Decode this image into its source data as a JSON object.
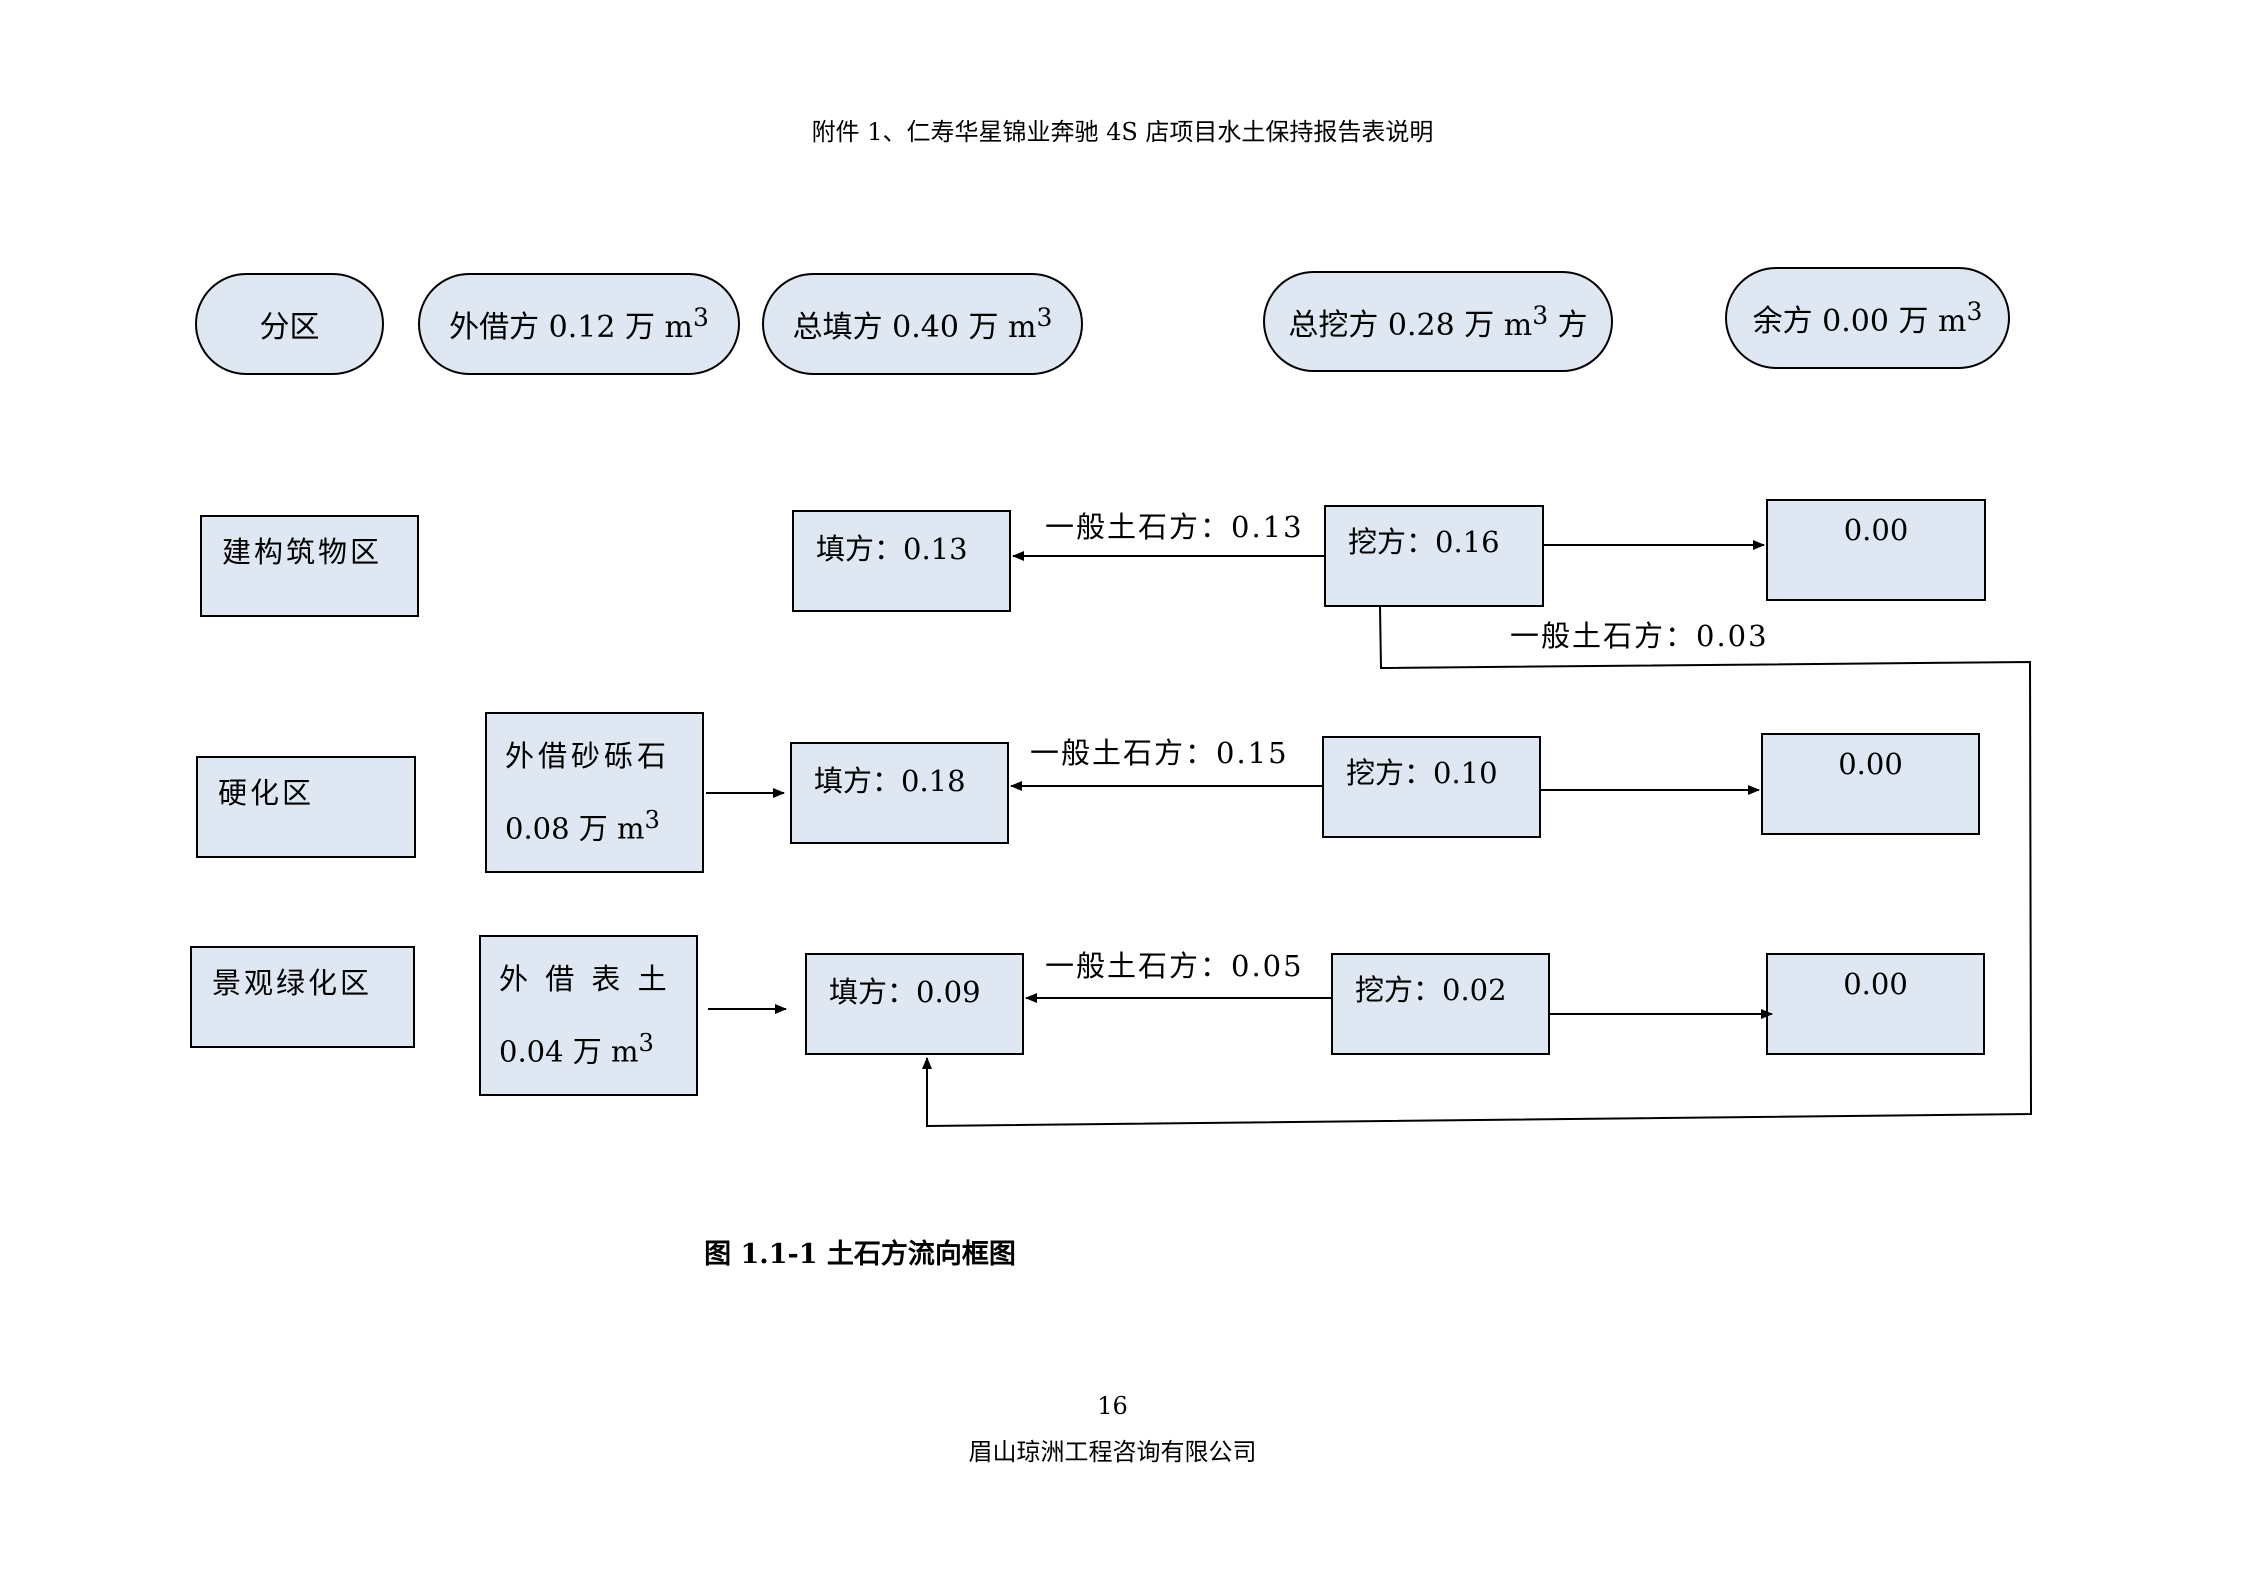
{
  "header": {
    "title": "附件 1、仁寿华星锦业奔驰 4S 店项目水土保持报告表说明"
  },
  "top_row": {
    "zone": "分区",
    "borrow": {
      "prefix": "外借方 0.12 万 m",
      "sup": "3",
      "suffix": ""
    },
    "fill": {
      "prefix": "总填方 0.40 万 m",
      "sup": "3",
      "suffix": ""
    },
    "dig": {
      "prefix": "总挖方 0.28 万 m",
      "sup": "3",
      "suffix": " 方"
    },
    "remain": {
      "prefix": "余方 0.00 万 m",
      "sup": "3",
      "suffix": ""
    }
  },
  "rows": [
    {
      "zone": "建构筑物区",
      "fill": "填方：0.13",
      "dig": "挖方：0.16",
      "remain": "0.00",
      "flow_label": "一般土石方：0.13",
      "cross_label": "一般土石方：0.03"
    },
    {
      "zone": "硬化区",
      "borrow_line1": "外借砂砾石",
      "borrow_line2_prefix": "0.08 万 m",
      "borrow_sup": "3",
      "fill": "填方：0.18",
      "dig": "挖方：0.10",
      "remain": "0.00",
      "flow_label": "一般土石方：0.15"
    },
    {
      "zone": "景观绿化区",
      "borrow_line1": "外 借 表 土",
      "borrow_line2_prefix": "0.04 万 m",
      "borrow_sup": "3",
      "fill": "填方：0.09",
      "dig": "挖方：0.02",
      "remain": "0.00",
      "flow_label": "一般土石方：0.05"
    }
  ],
  "caption": "图 1.1-1  土石方流向框图",
  "footer": {
    "page_number": "16",
    "company": "眉山琼洲工程咨询有限公司"
  }
}
